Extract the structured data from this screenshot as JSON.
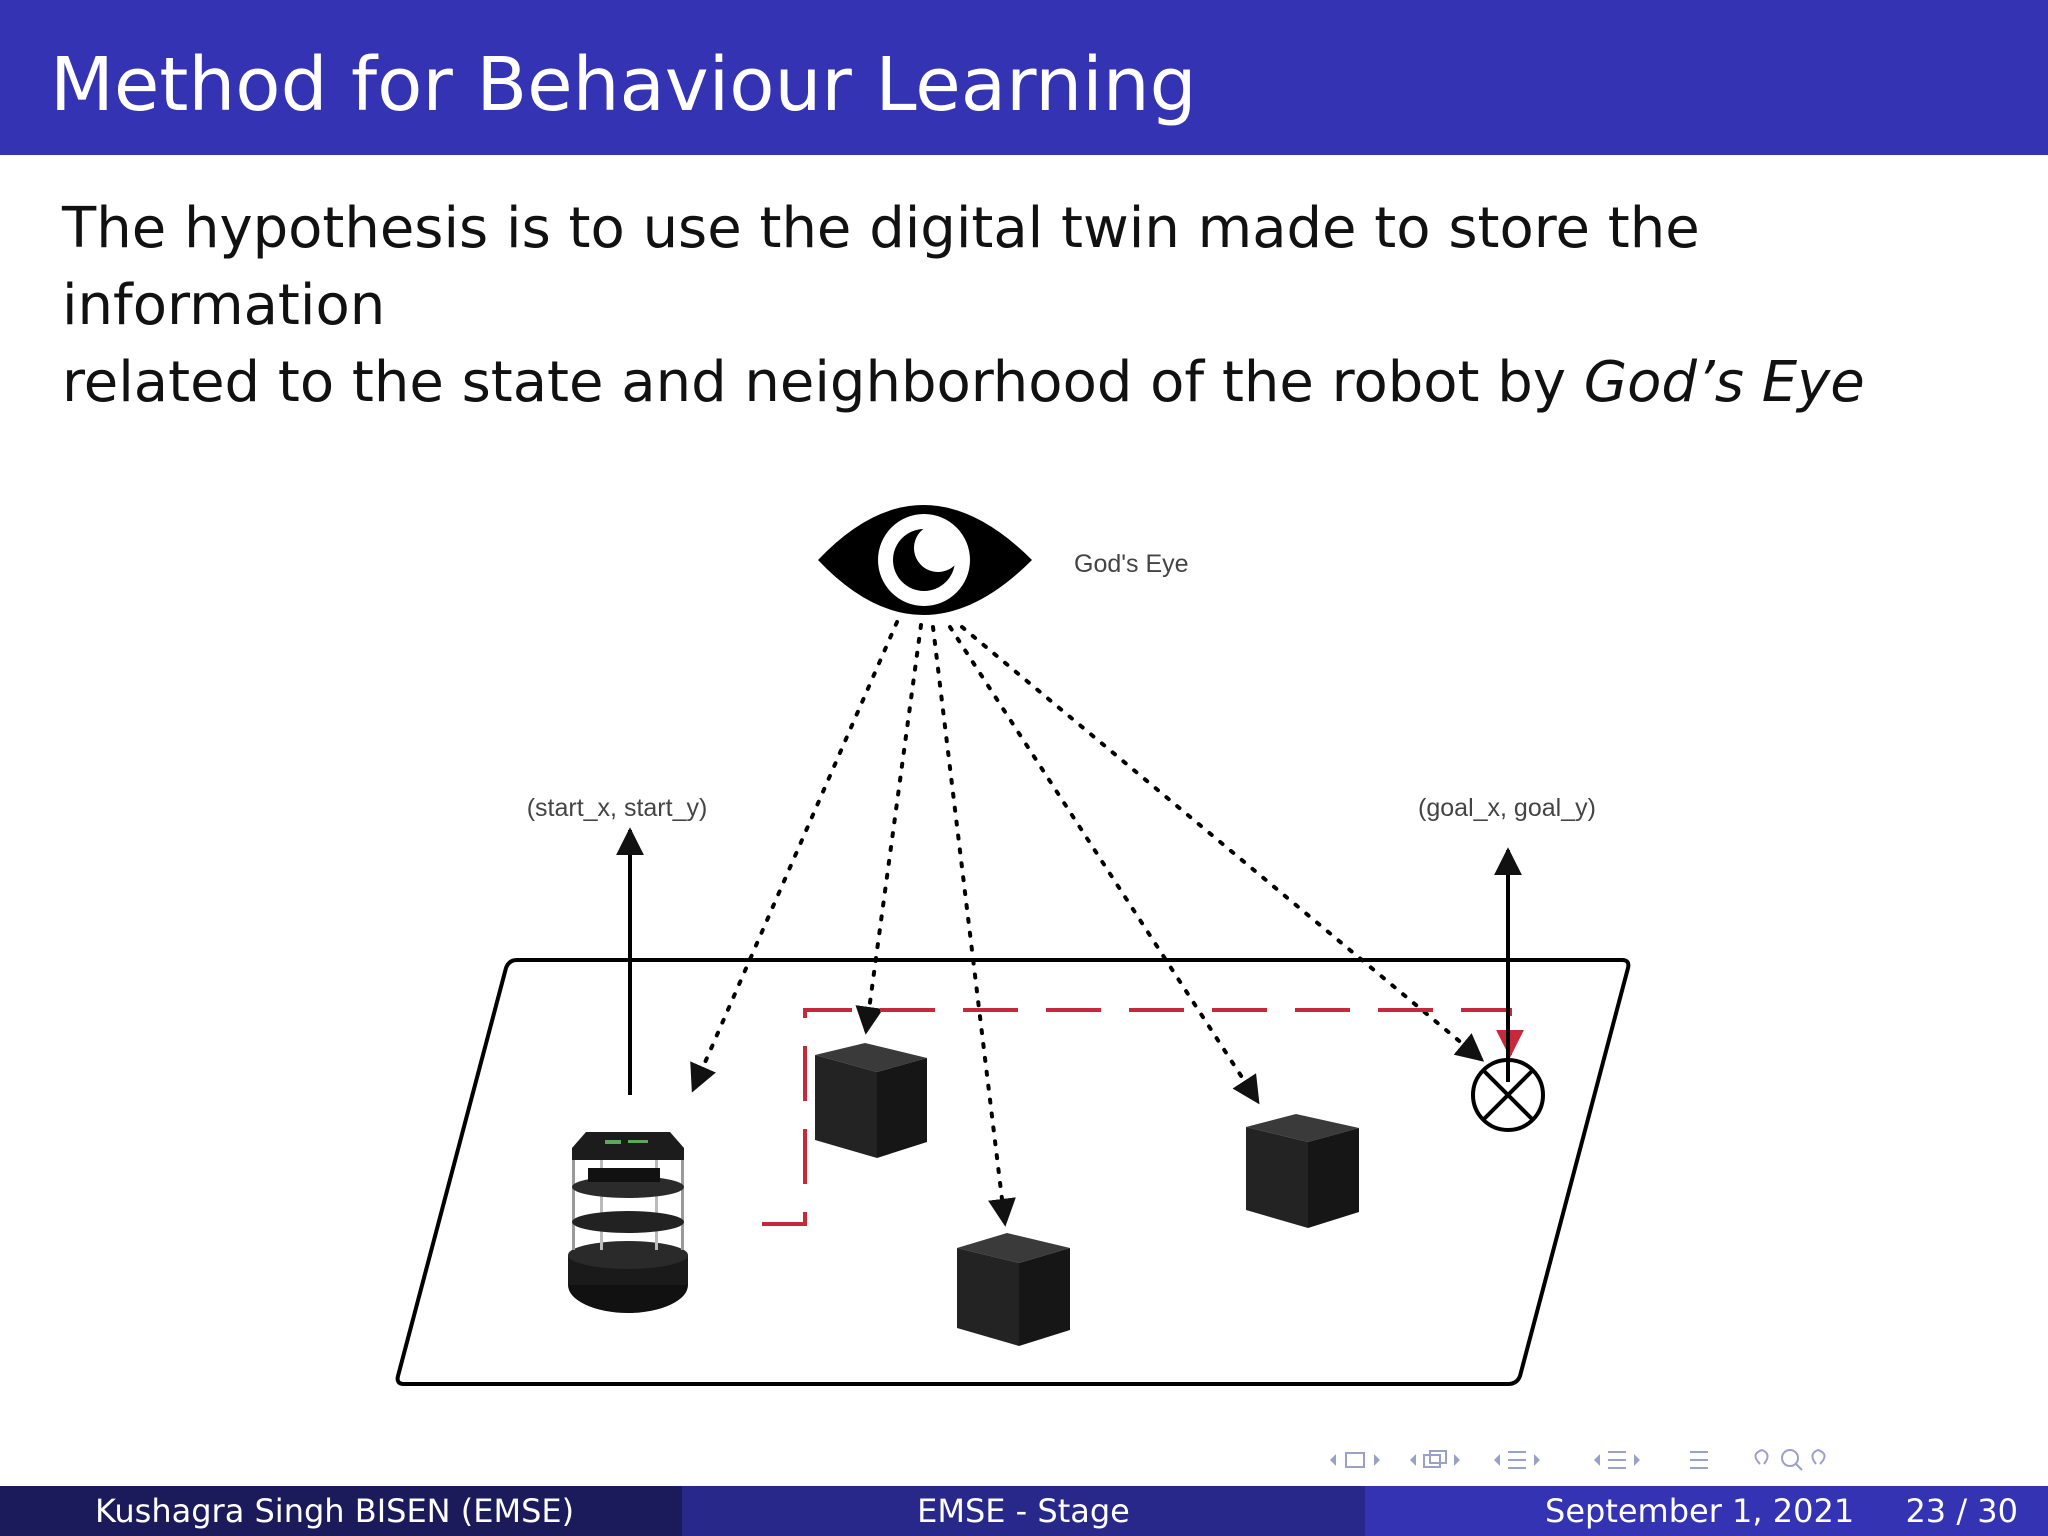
{
  "slide": {
    "title": "Method for Behaviour Learning",
    "body_line1": "The hypothesis is to use the digital twin made to store the information",
    "body_line2_prefix": "related to the state and neighborhood of the robot by ",
    "body_line2_emph": "God’s Eye"
  },
  "diagram": {
    "eye_label": "God's Eye",
    "start_label": "(start_x, start_y)",
    "goal_label": "(goal_x, goal_y)",
    "colors": {
      "path": "#c8283c",
      "ink": "#111111",
      "box": "#1e1e1e"
    }
  },
  "footer": {
    "author": "Kushagra Singh BISEN  (EMSE)",
    "event": "EMSE - Stage",
    "date": "September 1, 2021",
    "page": "23 / 30"
  },
  "theme": {
    "title_bg": "#3333b3",
    "footer_dark": "#1b1b5c",
    "footer_mid": "#28288a"
  }
}
